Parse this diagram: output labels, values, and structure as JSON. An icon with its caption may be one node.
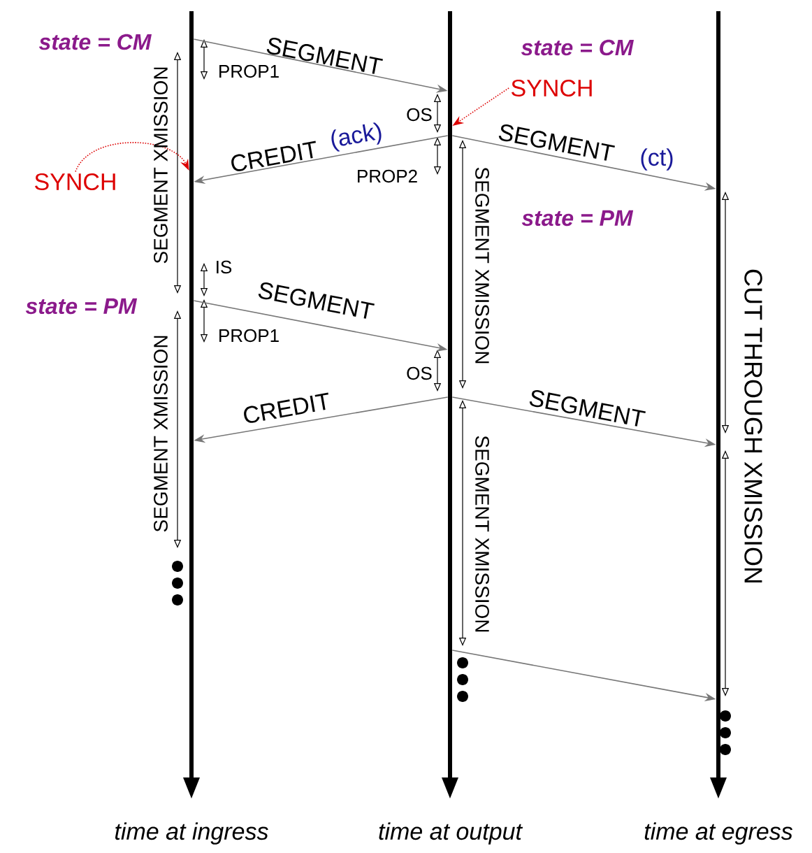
{
  "diagram": {
    "nodes": [
      {
        "text": [
          "time at ingress"
        ]
      },
      {
        "text": [
          "time at output"
        ]
      },
      {
        "text": [
          "time at egress"
        ]
      },
      {
        "text": [
          "SYNCH"
        ]
      },
      {
        "text": [
          "SYNCH"
        ]
      }
    ],
    "edges": [
      {
        "from": 0,
        "to": 1,
        "arrow": "to",
        "label": "SEGMENT"
      },
      {
        "from": 1,
        "to": 0,
        "arrow": "to",
        "label": "CREDIT"
      },
      {
        "from": 1,
        "to": 2,
        "arrow": "to",
        "label": "SEGMENT"
      },
      {
        "from": 0,
        "to": 1,
        "arrow": "to",
        "label": "SEGMENT"
      },
      {
        "from": 1,
        "to": 0,
        "arrow": "to",
        "label": "CREDIT"
      },
      {
        "from": 1,
        "to": 2,
        "arrow": "to",
        "label": "SEGMENT"
      },
      {
        "from": 1,
        "to": 2,
        "arrow": "to"
      },
      {
        "from": 3,
        "to": 0,
        "arrow": "to",
        "style": "dashed",
        "color": "#dd0000"
      },
      {
        "from": 4,
        "to": 1,
        "arrow": "to",
        "style": "dashed",
        "color": "#dd0000"
      }
    ],
    "labels": [
      "state = CM",
      "state = CM",
      "PROP1",
      "OS",
      "(ack)",
      "(ct)",
      "PROP2",
      "state = PM",
      "IS",
      "state = PM",
      "PROP1",
      "OS",
      "SEGMENT XMISSION",
      "SEGMENT XMISSION",
      "SEGMENT XMISSION",
      "SEGMENT XMISSION",
      "CUT THROUGH XMISSION"
    ]
  }
}
